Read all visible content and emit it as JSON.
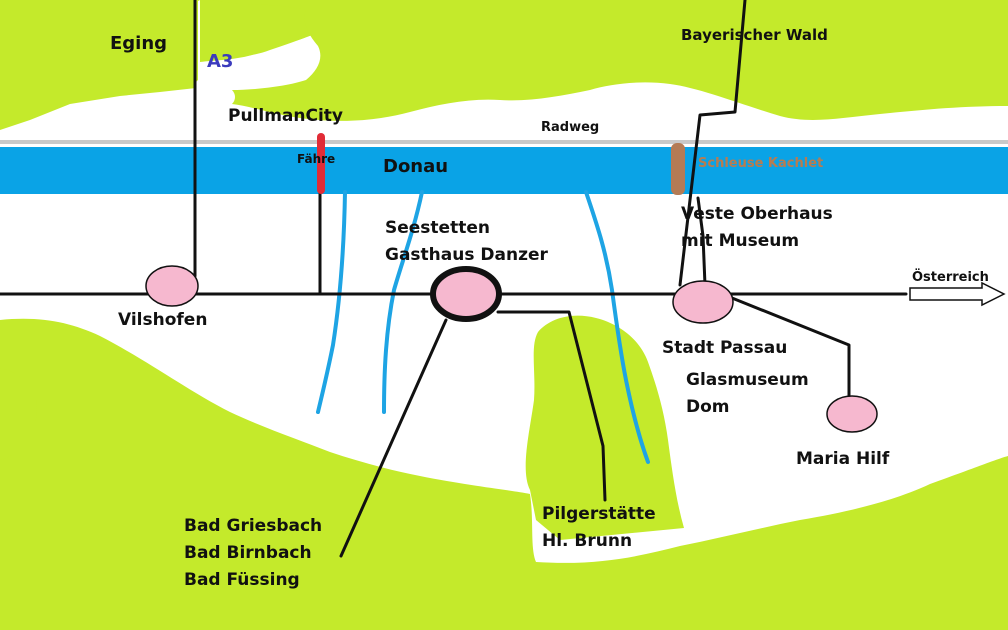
{
  "colors": {
    "land": "#c4ea2b",
    "background": "#ffffff",
    "river": "#0aa3e6",
    "stream": "#1ea4e4",
    "road": "#111111",
    "bike_path": "#c9c9c9",
    "town": "#f6b8cf",
    "ferry": "#e12c37",
    "lock": "#b47b55",
    "lock_label": "#b87c50",
    "a3_label": "#3b3bbd"
  },
  "icons": {
    "town_marker": "pink-ellipse",
    "destination_marker": "pink-ellipse-bold-ring",
    "direction_arrow": "outline-arrow-right"
  },
  "labels": {
    "eging": "Eging",
    "a3": "A3",
    "bayerischer_wald": "Bayerischer Wald",
    "pullmancity": "PullmanCity",
    "radweg": "Radweg",
    "faehre": "Fähre",
    "donau": "Donau",
    "schleuse_kachlet": "Schleuse Kachlet",
    "seestetten": "Seestetten",
    "gasthaus_danzer": "Gasthaus Danzer",
    "veste_oberhaus": "Veste Oberhaus",
    "mit_museum": "mit Museum",
    "oesterreich": "Österreich",
    "vilshofen": "Vilshofen",
    "stadt_passau": "Stadt Passau",
    "glasmuseum": "Glasmuseum",
    "dom": "Dom",
    "maria_hilf": "Maria Hilf",
    "pilgerstaette": "Pilgerstätte",
    "hl_brunn": "Hl. Brunn",
    "bad_griesbach": "Bad Griesbach",
    "bad_birnbach": "Bad Birnbach",
    "bad_fuessing": "Bad Füssing"
  }
}
